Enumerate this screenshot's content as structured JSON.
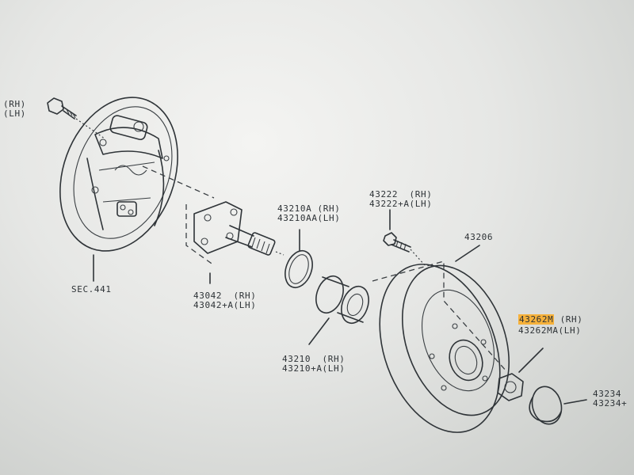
{
  "labels": {
    "backing_plate_rh": "(RH)",
    "backing_plate_lh": "(LH)",
    "sec": "SEC.441",
    "p43210a_rh": "43210A (RH)",
    "p43210a_lh": "43210AA(LH)",
    "p43222_rh": "43222  (RH)",
    "p43222_lh": "43222+A(LH)",
    "p43206": "43206",
    "p43042_rh": "43042  (RH)",
    "p43042_lh": "43042+A(LH)",
    "p43210_rh": "43210  (RH)",
    "p43210_lh": "43210+A(LH)",
    "p43262m_code": "43262M",
    "p43262m_side": " (RH)",
    "p43262ma": "43262MA(LH)",
    "p43234_rh": "43234",
    "p43234_lh": "43234+"
  },
  "colors": {
    "highlight": "#f6b13a",
    "ink": "#2f3438",
    "paper": "#f4f4f2"
  }
}
